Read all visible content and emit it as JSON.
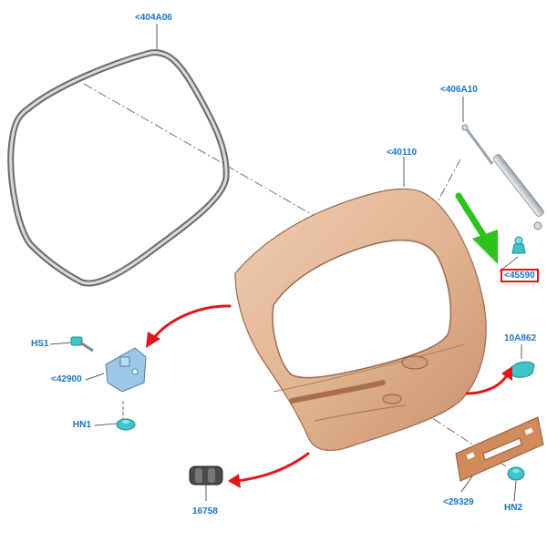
{
  "callouts": {
    "weatherstrip": "<404A06",
    "gas_strut": "<406A10",
    "liftgate": "<40110",
    "highlighted_part": "<45590",
    "screw_hs1": "HS1",
    "latch": "<42900",
    "nut_hn1": "HN1",
    "lamp_10a862": "10A862",
    "plate_29329": "<29329",
    "nut_hn2": "HN2",
    "bumper_16758": "16758"
  },
  "colors": {
    "label_text": "#1a73c8",
    "highlight_box": "#e0161b",
    "callout_arrow": "#e0161b",
    "indicator_arrow": "#2fc21f",
    "liftgate_body": "#e2b595",
    "latch_part": "#9cc7e6",
    "fastener": "#3fc4c8",
    "plate": "#d18a5a"
  },
  "icons": [
    "green-indicator-arrow",
    "red-callout-arrow"
  ]
}
